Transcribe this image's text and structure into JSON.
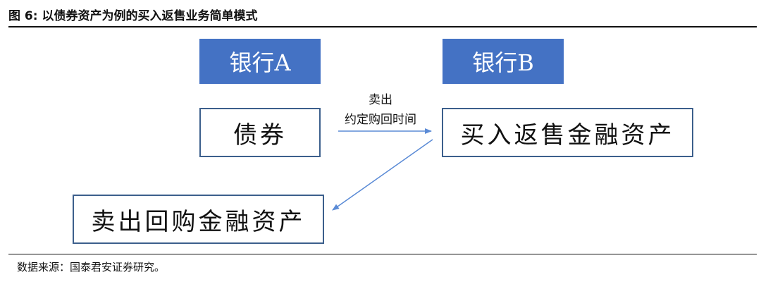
{
  "figure": {
    "title": "图 6:  以债券资产为例的买入返售业务简单模式",
    "source": "数据来源：国泰君安证券研究。"
  },
  "diagram": {
    "bank_a": "银行A",
    "bank_b": "银行B",
    "bond": "债券",
    "buy_resale": "买入返售金融资产",
    "sell_repo": "卖出回购金融资产",
    "arrow_label_line1": "卖出",
    "arrow_label_line2": "约定购回时间",
    "colors": {
      "bank_fill": "#4472c4",
      "box_border": "#3c5f8c",
      "arrow": "#5b8bd6"
    }
  }
}
